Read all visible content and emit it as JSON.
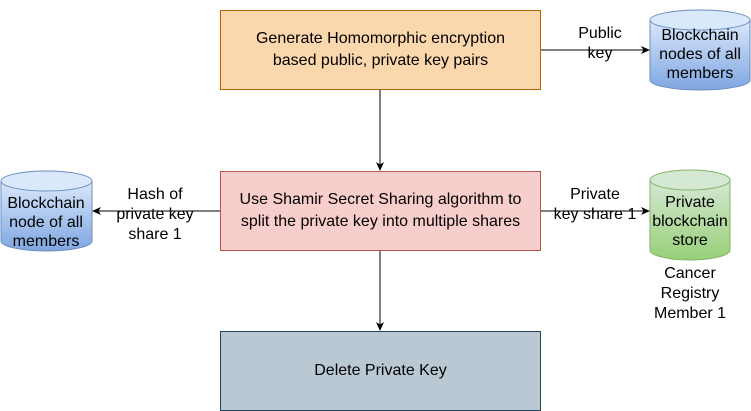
{
  "nodes": {
    "generate_keys": "Generate Homomorphic encryption\nbased public, private key pairs",
    "shamir_split": "Use Shamir Secret Sharing algorithm to\nsplit the private key into multiple shares",
    "delete_key": "Delete Private Key",
    "blockchain_nodes_top": "Blockchain\nnodes of all\nmembers",
    "blockchain_node_left": "Blockchain\nnode of all\nmembers",
    "private_store": "Private\nblockchain\nstore"
  },
  "edge_labels": {
    "public_key": "Public\nkey",
    "hash_share": "Hash of\nprivate key\nshare 1",
    "private_share": "Private\nkey share 1"
  },
  "annotations": {
    "cancer_registry": "Cancer\nRegistry\nMember 1"
  },
  "colors": {
    "generate_fill": "#fad7ac",
    "generate_stroke": "#b46504",
    "shamir_fill": "#f8cecc",
    "shamir_stroke": "#b85450",
    "delete_fill": "#bac8d3",
    "delete_stroke": "#23445d",
    "blockchain_fill": "#7ea6e0",
    "blockchain_stroke": "#6c8ebf",
    "store_fill": "#97d077",
    "store_stroke": "#82b366"
  }
}
